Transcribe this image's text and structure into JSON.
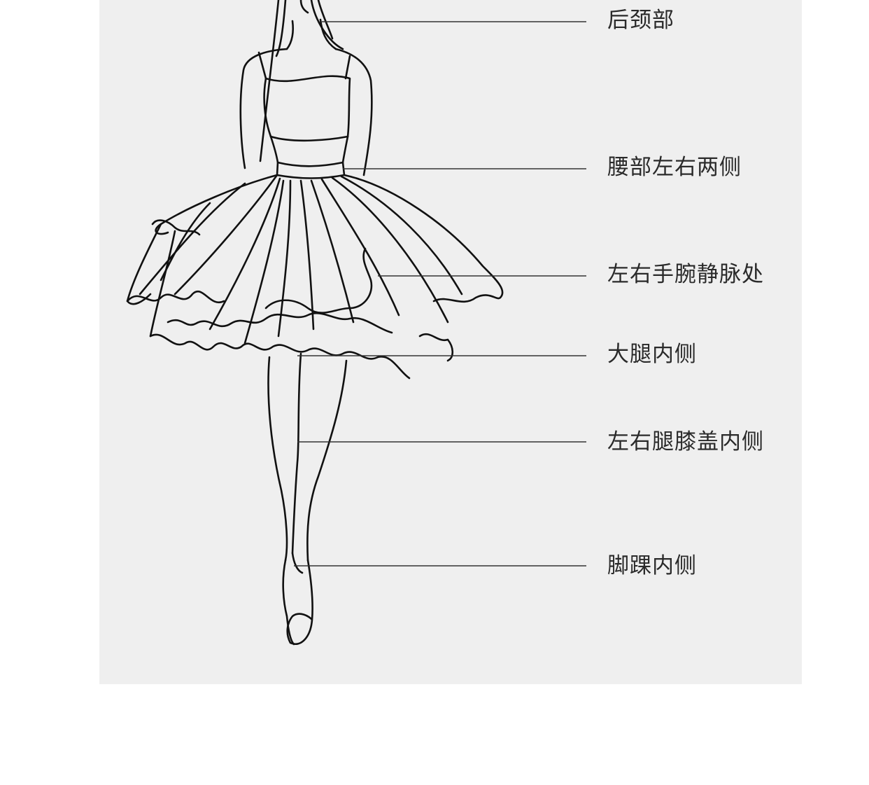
{
  "diagram": {
    "labels": [
      {
        "id": "back-neck",
        "text": "后颈部"
      },
      {
        "id": "waist-sides",
        "text": "腰部左右两侧"
      },
      {
        "id": "wrist-veins",
        "text": "左右手腕静脉处"
      },
      {
        "id": "inner-thigh",
        "text": "大腿内侧"
      },
      {
        "id": "inner-knee",
        "text": "左右腿膝盖内侧"
      },
      {
        "id": "inner-ankle",
        "text": "脚踝内侧"
      }
    ],
    "colors": {
      "panel": "#efefef",
      "line": "#1a1a1a",
      "text": "#2a2a2a"
    }
  }
}
